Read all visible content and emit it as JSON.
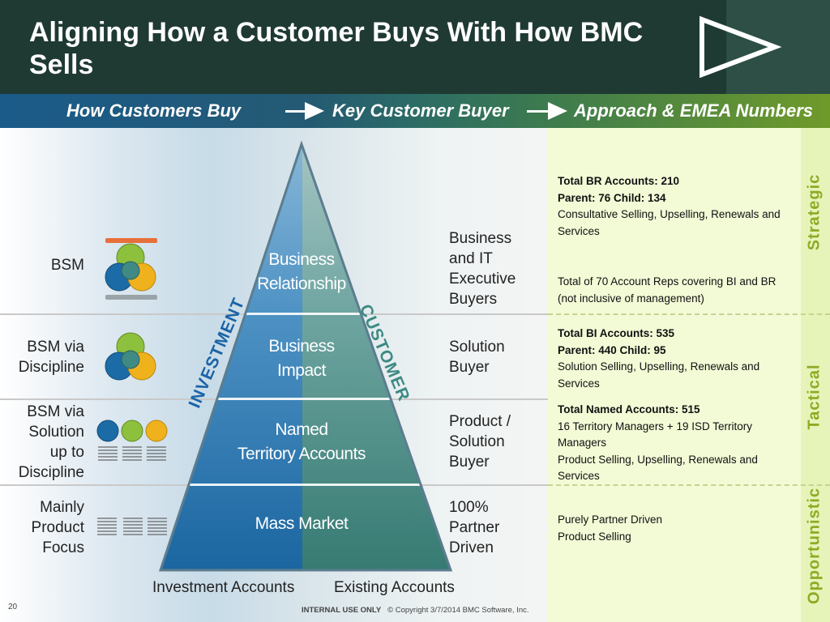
{
  "title": "Aligning How a Customer Buys With How BMC Sells",
  "header": {
    "col1": "How Customers Buy",
    "col2": "Key Customer Buyer",
    "col3": "Approach & EMEA Numbers"
  },
  "levels": [
    {
      "buy_label": "BSM",
      "pyramid_label": [
        "Business",
        "Relationship"
      ],
      "buyer": [
        "Business",
        "and IT",
        "Executive",
        "Buyers"
      ],
      "approach_bold": [
        "Total BR Accounts: 210",
        "Parent: 76 Child: 134"
      ],
      "approach_text": [
        "Consultative Selling, Upselling, Renewals and Services"
      ],
      "approach_extra": [
        "Total of 70 Account Reps covering BI and BR (not inclusive of management)"
      ]
    },
    {
      "buy_label": [
        "BSM via",
        "Discipline"
      ],
      "pyramid_label": [
        "Business",
        "Impact"
      ],
      "buyer": [
        "Solution",
        "Buyer"
      ],
      "approach_bold": [
        "Total BI Accounts: 535",
        "Parent: 440 Child: 95"
      ],
      "approach_text": [
        "Solution Selling, Upselling, Renewals and Services"
      ]
    },
    {
      "buy_label": [
        "BSM via",
        "Solution",
        "up to",
        "Discipline"
      ],
      "pyramid_label": [
        "Named",
        "Territory Accounts"
      ],
      "buyer": [
        "Product /",
        "Solution",
        "Buyer"
      ],
      "approach_bold": [
        "Total Named Accounts: 515"
      ],
      "approach_text": [
        "16 Territory Managers + 19 ISD Territory Managers",
        "Product Selling, Upselling, Renewals and Services"
      ]
    },
    {
      "buy_label": [
        "Mainly",
        "Product",
        "Focus"
      ],
      "pyramid_label": [
        "Mass Market"
      ],
      "buyer": [
        "100%",
        "Partner",
        "Driven"
      ],
      "approach_text": [
        "Purely Partner Driven",
        "Product Selling"
      ]
    }
  ],
  "side_labels": {
    "investment": "INVESTMENT",
    "customer": "CUSTOMER"
  },
  "bottom": {
    "left": "Investment Accounts",
    "right": "Existing Accounts"
  },
  "categories": {
    "strategic": "Strategic",
    "tactical": "Tactical",
    "opportunistic": "Opportunistic"
  },
  "footer": {
    "page_number": "20",
    "internal": "INTERNAL USE ONLY",
    "copyright": "© Copyright 3/7/2014 BMC Software, Inc."
  },
  "icons": [
    "venn-icon",
    "venn-icon",
    "circle-trio-icon",
    "document-list-icon"
  ],
  "colors": {
    "title_bg": "#1f3a33",
    "pyramid_left": "#1b6ba6",
    "pyramid_right": "#3f8a84",
    "category_green": "#8dab26",
    "venn_green": "#8dc03c",
    "venn_blue": "#1b6ba6",
    "venn_orange": "#f0b21c"
  }
}
